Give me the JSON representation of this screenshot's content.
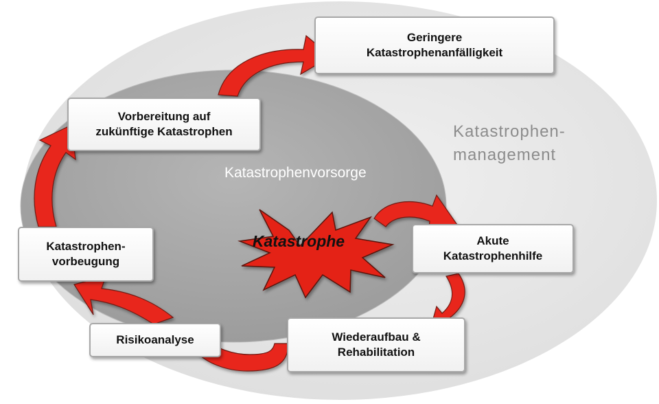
{
  "labels": {
    "outer_line1": "Katastrophen-",
    "outer_line2": "management",
    "inner": "Katastrophenvorsorge",
    "center": "Katastrophe"
  },
  "boxes": {
    "geringere": [
      "Geringere",
      "Katastrophenanfälligkeit"
    ],
    "vorbereitung": [
      "Vorbereitung auf",
      "zukünftige Katastrophen"
    ],
    "vorbeugung": [
      "Katastrophen-",
      "vorbeugung"
    ],
    "risiko": [
      "Risikoanalyse"
    ],
    "wiederaufbau": [
      "Wiederaufbau &",
      "Rehabilitation"
    ],
    "akute": [
      "Akute",
      "Katastrophenhilfe"
    ]
  },
  "colors": {
    "arrow_red": "#e8251a",
    "star_red": "#e42418",
    "outer_ellipse": "#e6e6e6",
    "inner_ellipse": "#a9a9a9"
  }
}
